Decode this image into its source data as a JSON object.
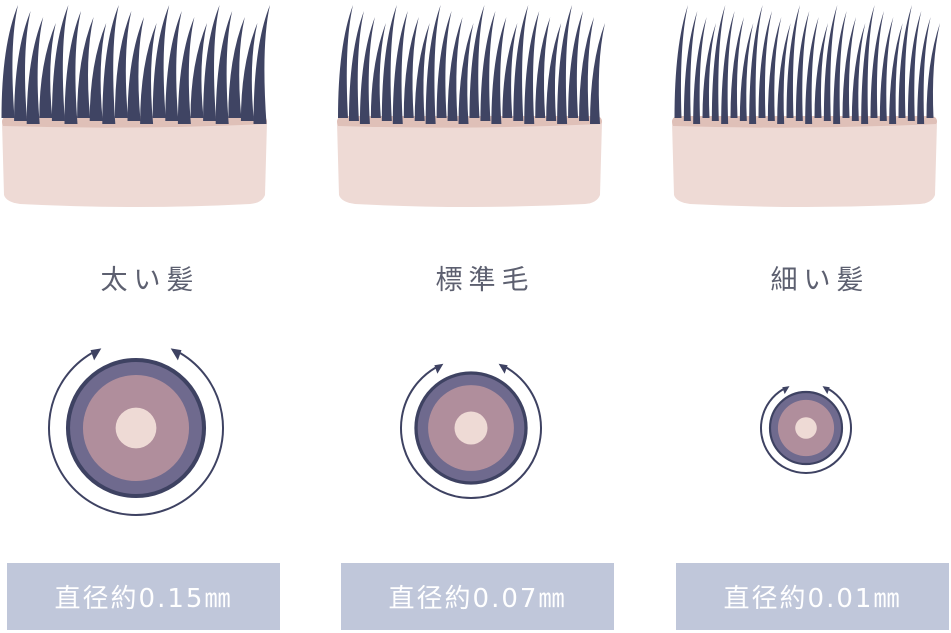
{
  "colors": {
    "hair": "#3f4463",
    "skin": "#eedad5",
    "skin_top": "#dfc0b8",
    "ring_stroke": "#3e4262",
    "cuticle": "#6f6a8e",
    "cortex": "#b08e9c",
    "medulla": "#eedad5",
    "label_bg": "#c0c7da"
  },
  "panels": [
    {
      "title": "太い髪",
      "diameter_label": "直径約0.15㎜",
      "diameter_mm": 0.15
    },
    {
      "title": "標準毛",
      "diameter_label": "直径約0.07㎜",
      "diameter_mm": 0.07
    },
    {
      "title": "細い髪",
      "diameter_label": "直径約0.01㎜",
      "diameter_mm": 0.01
    }
  ]
}
